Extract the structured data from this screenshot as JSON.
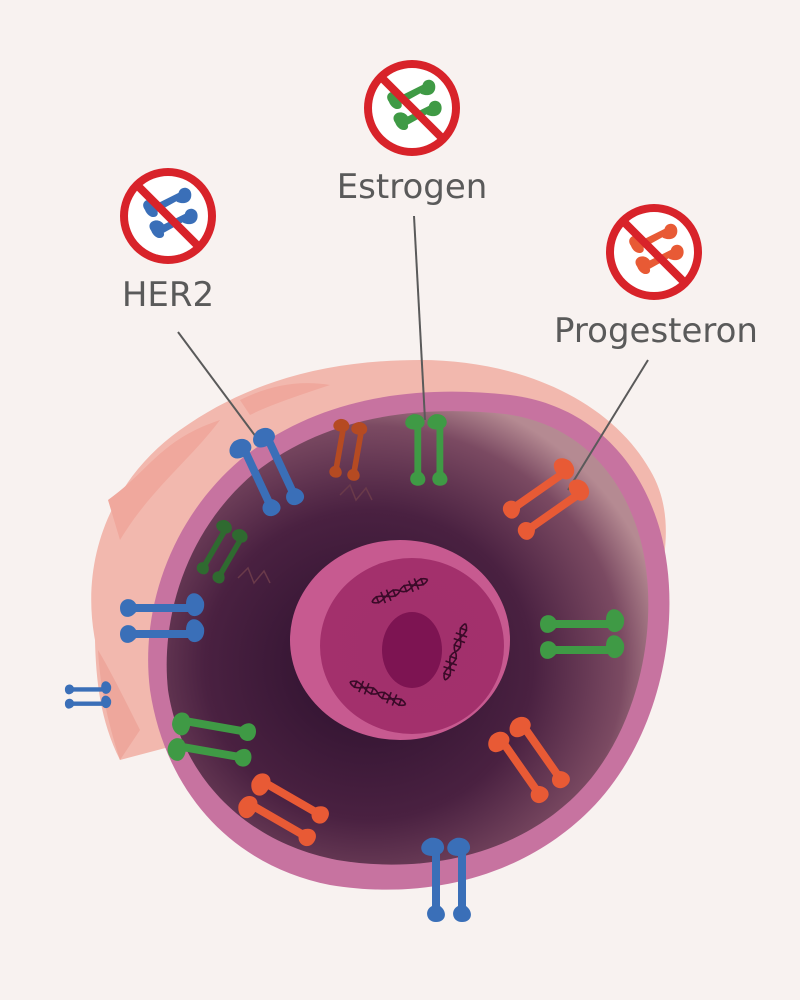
{
  "labels": {
    "her2": "HER2",
    "estrogen": "Estrogen",
    "progesterone": "Progesteron"
  },
  "colors": {
    "background": "#f8f2f0",
    "label_text": "#5a5a5a",
    "leader_line": "#5a5a5a",
    "prohibit_sign": "#d8232a",
    "cell_membrane_outer": "#f2b8ae",
    "cell_membrane_ring": "#c773a0",
    "cytoplasm_dark": "#2e1430",
    "nucleus": "#b8357a",
    "nucleolus": "#7d1452",
    "her2_receptor": "#3a6fb8",
    "estrogen_receptor": "#3f9a45",
    "progesterone_receptor": "#e85a35",
    "inactive_estrogen": "#2f6a30",
    "inactive_progesterone": "#b54a22"
  },
  "icons": {
    "her2": "prohibited-her2-receptor-icon",
    "estrogen": "prohibited-estrogen-receptor-icon",
    "progesterone": "prohibited-progesterone-receptor-icon"
  }
}
